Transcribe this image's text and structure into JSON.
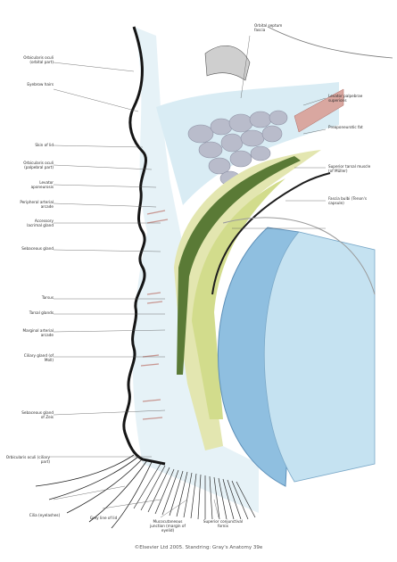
{
  "figure": {
    "caption": "©Elsevier Ltd 2005. Standring: Gray's Anatomy 39e",
    "labels": {
      "orbital_septum": "Orbital septum fascia",
      "levator_muscle": "Levator palpebrae superioris",
      "fat": "Preaponeurotic fat",
      "sup_tarsal": "Superior tarsal muscle (of Müller)",
      "conjunctiva": "Superior conjunctival fornix",
      "tenons": "Fascia bulbi (Tenon's capsule)",
      "eyebrow": "Orbicularis oculi (orbital part)",
      "eyebrow2": "Eyebrow hairs",
      "skin": "Skin of lid",
      "orbicularis": "Orbicularis oculi (palpebral part)",
      "aponeurosis": "Levator aponeurosis",
      "peripheral_arcade": "Peripheral arterial arcade",
      "accessory_gland": "Accessory lacrimal gland",
      "sebaceous": "Sebaceous gland",
      "tarsus": "Tarsus",
      "tarsal_glands": "Tarsal glands",
      "marginal_arcade": "Marginal arterial arcade",
      "ciliary_gland": "Ciliary gland (of Moll)",
      "gland_zeis": "Sebaceous gland of Zeis",
      "cilia": "Cilia (eyelashes)",
      "riolan": "Orbicularis oculi (ciliary part)",
      "grey_line": "Grey line of lid",
      "mucocutaneous": "Mucocutaneous junction (margin of eyelid)"
    }
  },
  "colors": {
    "skin_outline": "#151515",
    "muscle": "#c9a79e",
    "tarsus": "#d8df9a",
    "fat": "#c9ccd6",
    "cornea": "#9dc6e3",
    "lid_fill": "#dff0f6"
  }
}
